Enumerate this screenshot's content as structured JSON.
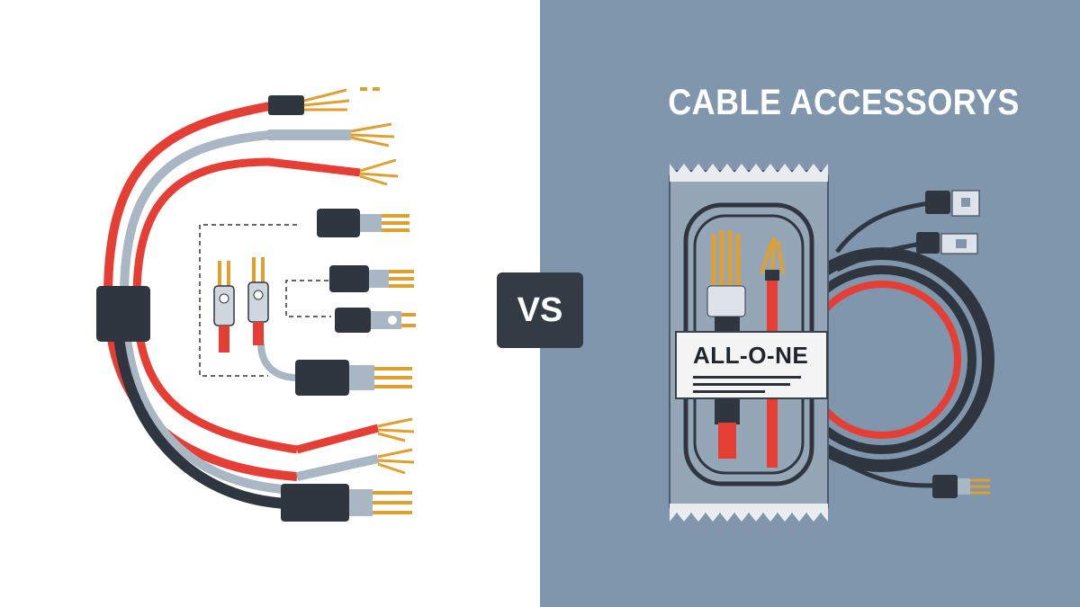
{
  "title": "CABLE ACCESSORYS",
  "vs": "VS",
  "package_label": "ALL-O-NE",
  "colors": {
    "left_bg": "#ffffff",
    "right_bg": "#7f96ac",
    "cable_red": "#e53e35",
    "cable_grey": "#a9b7c4",
    "cable_dark": "#2f3640",
    "copper": "#e0a030",
    "badge_bg": "#333b45"
  },
  "icons": {
    "left": "loose-cables-and-connectors-illustration",
    "right": "packaged-all-in-one-cable-kit-illustration"
  }
}
